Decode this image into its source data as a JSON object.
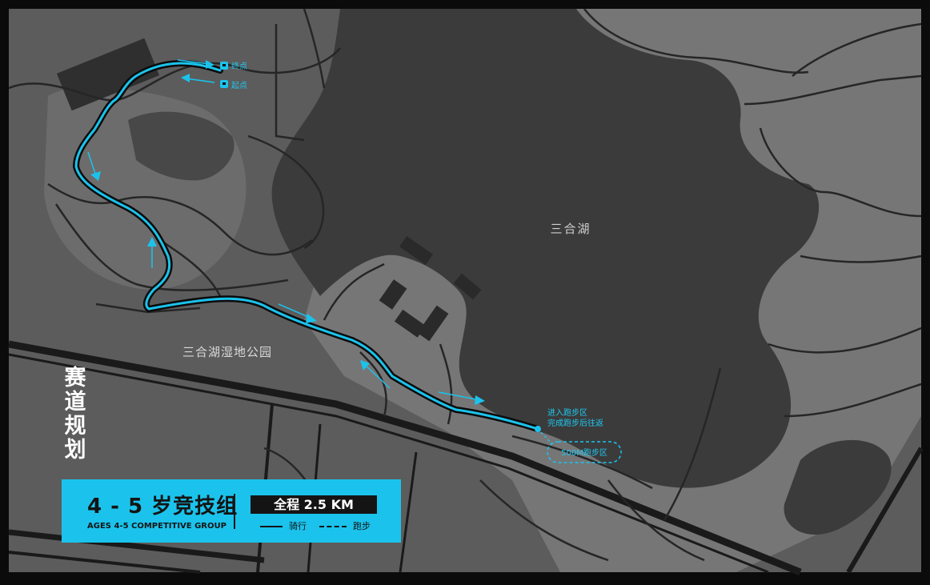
{
  "map": {
    "lake_label": "三合湖",
    "park_label": "三合湖湿地公园",
    "markers": {
      "finish_label": "终点",
      "start_label": "起点",
      "run_note_line1": "进入跑步区",
      "run_note_line2": "完成跑步后往返",
      "run_zone_label": "500M跑步区"
    }
  },
  "title_vertical": [
    "赛",
    "道",
    "规",
    "划"
  ],
  "panel": {
    "group_title": "4 - 5 岁竞技组",
    "group_subtitle": "AGES 4-5 COMPETITIVE GROUP",
    "total_distance": "全程 2.5 KM",
    "legend_ride": "骑行",
    "legend_run": "跑步"
  },
  "colors": {
    "background": "#0b0b0b",
    "land": "#5c5c5c",
    "land_light": "#767676",
    "lake": "#3b3b3b",
    "road": "#1a1a1a",
    "route": "#1bc3ec",
    "panel_bg": "#1bc3ec",
    "panel_text": "#141414"
  },
  "icons": [
    "flag-icon",
    "direction-arrow-icon",
    "run-point-icon"
  ]
}
